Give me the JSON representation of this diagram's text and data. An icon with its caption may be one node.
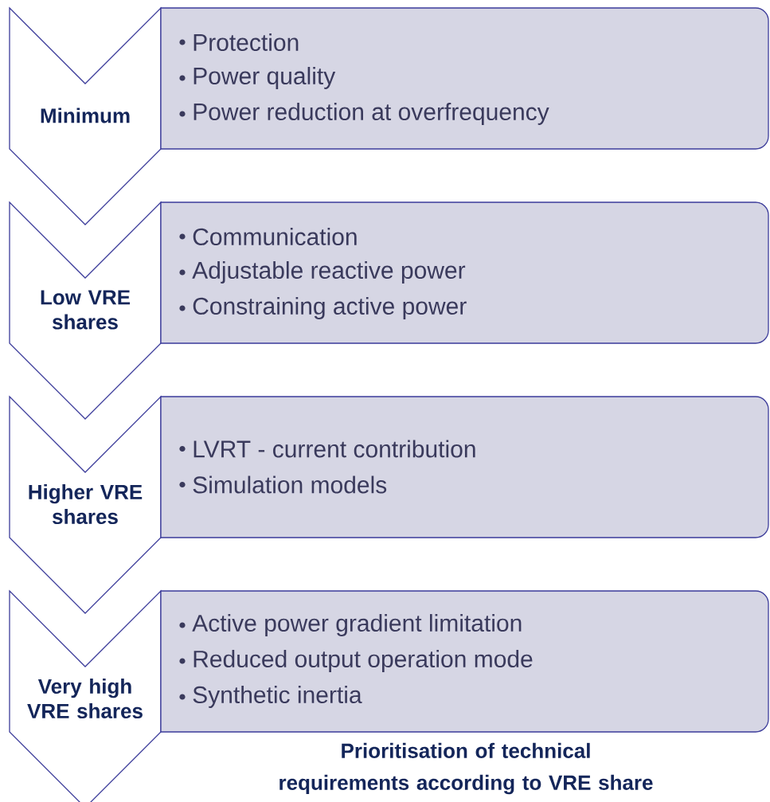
{
  "diagram": {
    "caption": "Prioritisation of technical requirements according to VRE share",
    "nodes": [
      {
        "text": [
          "Minimum"
        ]
      },
      {
        "text": [
          "Protection",
          "Power quality",
          "Power reduction at overfrequency"
        ]
      },
      {
        "text": [
          "Low VRE shares"
        ]
      },
      {
        "text": [
          "Communication",
          "Adjustable reactive power",
          "Constraining active power"
        ]
      },
      {
        "text": [
          "Higher VRE shares"
        ]
      },
      {
        "text": [
          "LVRT - current contribution",
          "Simulation models"
        ]
      },
      {
        "text": [
          "Very high VRE shares"
        ]
      },
      {
        "text": [
          "Active power gradient limitation",
          "Reduced output operation mode",
          "Synthetic inertia"
        ]
      }
    ]
  }
}
